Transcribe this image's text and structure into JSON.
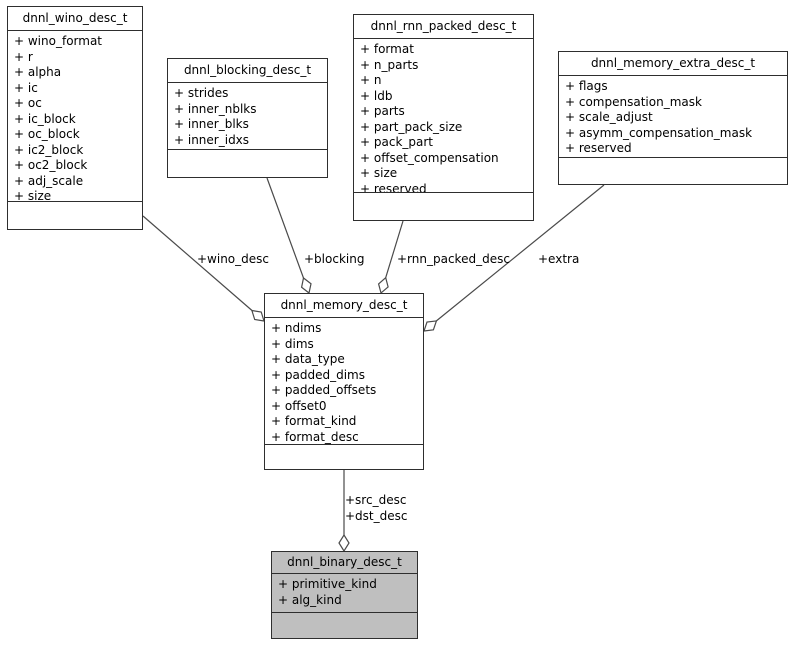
{
  "diagram": {
    "classes": [
      {
        "title": "dnnl_wino_desc_t",
        "fields": [
          "+ wino_format",
          "+ r",
          "+ alpha",
          "+ ic",
          "+ oc",
          "+ ic_block",
          "+ oc_block",
          "+ ic2_block",
          "+ oc2_block",
          "+ adj_scale",
          "+ size"
        ]
      },
      {
        "title": "dnnl_blocking_desc_t",
        "fields": [
          "+ strides",
          "+ inner_nblks",
          "+ inner_blks",
          "+ inner_idxs"
        ]
      },
      {
        "title": "dnnl_rnn_packed_desc_t",
        "fields": [
          "+ format",
          "+ n_parts",
          "+ n",
          "+ ldb",
          "+ parts",
          "+ part_pack_size",
          "+ pack_part",
          "+ offset_compensation",
          "+ size",
          "+ reserved"
        ]
      },
      {
        "title": "dnnl_memory_extra_desc_t",
        "fields": [
          "+ flags",
          "+ compensation_mask",
          "+ scale_adjust",
          "+ asymm_compensation_mask",
          "+ reserved"
        ]
      },
      {
        "title": "dnnl_memory_desc_t",
        "fields": [
          "+ ndims",
          "+ dims",
          "+ data_type",
          "+ padded_dims",
          "+ padded_offsets",
          "+ offset0",
          "+ format_kind",
          "+ format_desc"
        ]
      },
      {
        "title": "dnnl_binary_desc_t",
        "fields": [
          "+ primitive_kind",
          "+ alg_kind"
        ],
        "highlighted": true
      }
    ],
    "edges": [
      {
        "label": "+wino_desc"
      },
      {
        "label": "+blocking"
      },
      {
        "label": "+rnn_packed_desc"
      },
      {
        "label": "+extra"
      },
      {
        "label": "+src_desc",
        "label2": "+dst_desc"
      }
    ],
    "colors": {
      "node_fill": "#ffffff",
      "highlight_fill": "#bfbfbf",
      "border": "#2e2e2e",
      "edge": "#4a4a4a",
      "text": "#000000"
    }
  }
}
